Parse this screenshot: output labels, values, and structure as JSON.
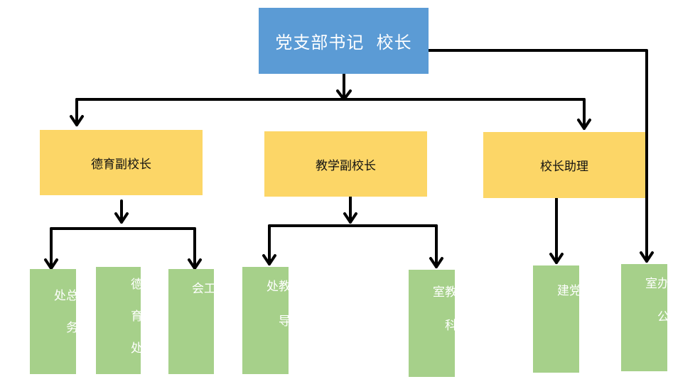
{
  "root": {
    "label": "党支部书记  校长"
  },
  "vice": [
    {
      "label": "德育副校长"
    },
    {
      "label": "教学副校长"
    },
    {
      "label": "校长助理"
    }
  ],
  "leaves": [
    {
      "label": "总务处"
    },
    {
      "label": "德育处"
    },
    {
      "label": "工会"
    },
    {
      "label": "教导处"
    },
    {
      "label": "教科室"
    },
    {
      "label": "党建"
    },
    {
      "label": "办公室"
    }
  ],
  "colors": {
    "root": "#5b9bd5",
    "vice": "#fcd667",
    "leaf": "#a6d08a",
    "line": "#000000"
  }
}
